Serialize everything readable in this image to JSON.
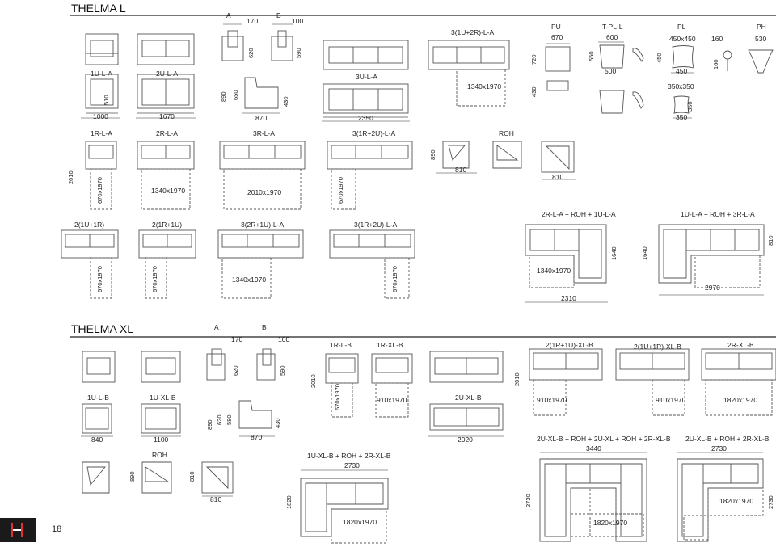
{
  "titles": {
    "l": "THELMA L",
    "xl": "THELMA XL"
  },
  "page_number": "18",
  "l": {
    "a": "A",
    "a_w": "170",
    "a_h": "620",
    "b": "B",
    "b_w": "100",
    "b_h": "590",
    "u1_name": "1U-L-A",
    "u1_h": "510",
    "u1_w": "1000",
    "u2_name": "2U-L-A",
    "u2_w": "1670",
    "side_h1": "890",
    "side_h2": "650",
    "side_h3": "430",
    "side_w": "870",
    "u3_name": "3U-L-A",
    "u3_w": "2350",
    "u3r_name": "3(1U+2R)-L-A",
    "u3r_bed": "1340x1970",
    "pu_name": "PU",
    "pu_w": "670",
    "pu_h": "720",
    "pu_h2": "430",
    "tpl_name": "T-PL-L",
    "tpl_w": "600",
    "tpl_h": "550",
    "tpl_w2": "500",
    "pl_name": "PL",
    "pl_s1": "450x450",
    "pl_h1": "450",
    "pl_w1": "450",
    "pl_s2": "350x350",
    "pl_h2": "350",
    "pl_w2": "350",
    "ph_name": "PH",
    "ph_w1": "160",
    "ph_h": "160",
    "ph_w2": "530",
    "r1_name": "1R-L-A",
    "r2_name": "2R-L-A",
    "r3_name": "3R-L-A",
    "r12u_name": "3(1R+2U)-L-A",
    "roh_name": "ROH",
    "bed_h": "2010",
    "bed_670": "670x1970",
    "bed_1340": "1340x1970",
    "bed_2010": "2010x1970",
    "roh_h": "890",
    "roh_w": "810",
    "roh_w2": "810",
    "c_1u1r": "2(1U+1R)",
    "c_1r1u": "2(1R+1U)",
    "c_2r1u": "3(2R+1U)-L-A",
    "c_1r2u": "3(1R+2U)-L-A",
    "corner1_name": "2R-L-A + ROH + 1U-L-A",
    "corner1_bed": "1340x1970",
    "corner1_h": "1640",
    "corner1_w": "2310",
    "corner2_name": "1U-L-A + ROH + 3R-L-A",
    "corner2_h": "1640",
    "corner2_h2": "810",
    "corner2_w": "2970"
  },
  "xl": {
    "a": "A",
    "a_w": "170",
    "a_h": "620",
    "b": "B",
    "b_w": "100",
    "b_h": "590",
    "u1_name": "1U-L-B",
    "u1_w": "840",
    "uxl_name": "1U-XL-B",
    "uxl_w": "1100",
    "side_h1": "890",
    "side_h2": "620",
    "side_h3": "580",
    "side_h4": "430",
    "side_w": "870",
    "r1_name": "1R-L-B",
    "rxl_name": "1R-XL-B",
    "bed_h": "2010",
    "bed_670": "670x1970",
    "bed_910": "910x1970",
    "u2_name": "2U-XL-B",
    "u2_w": "2020",
    "c1_name": "2(1R+1U)-XL-B",
    "c2_name": "2(1U+1R)-XL-B",
    "r2_name": "2R-XL-B",
    "bed2_h": "2010",
    "bed_910a": "910x1970",
    "bed_910b": "910x1970",
    "bed_1820": "1820x1970",
    "roh_name": "ROH",
    "roh_h": "890",
    "roh_h2": "810",
    "roh_w": "810",
    "corner1_name": "1U-XL-B + ROH + 2R-XL-B",
    "corner1_w": "2730",
    "corner1_h": "1820",
    "corner1_bed": "1820x1970",
    "corner2_name": "2U-XL-B + ROH + 2U-XL + ROH + 2R-XL-B",
    "corner2_w": "3440",
    "corner2_h": "2730",
    "corner2_bed": "1820x1970",
    "corner3_name": "2U-XL-B + ROH + 2R-XL-B",
    "corner3_w": "2730",
    "corner3_h": "2730",
    "corner3_bed": "1820x1970"
  }
}
